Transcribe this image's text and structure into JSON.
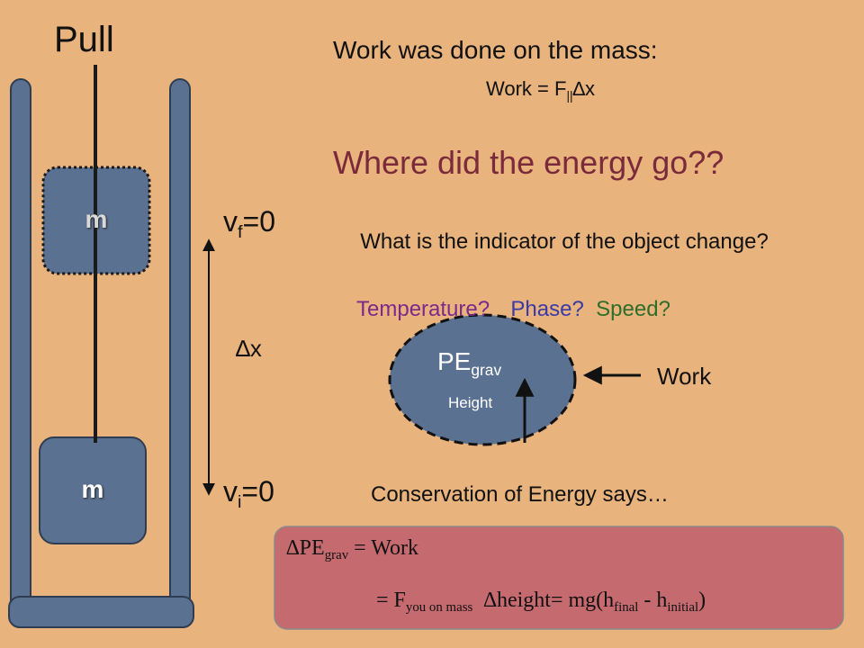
{
  "left": {
    "pull_label": "Pull",
    "mass_top": "m",
    "mass_bottom": "m",
    "vf": {
      "v": "v",
      "sub": "f",
      "rest": "=0"
    },
    "vi": {
      "v": "v",
      "sub": "i",
      "rest": "=0"
    },
    "delta_x": "∆x"
  },
  "right": {
    "work_done": "Work was done on the mass:",
    "formula": {
      "a": "Work = F",
      "sub": "||",
      "b": "∆x"
    },
    "question": "Where did the energy go??",
    "indicator_q": "What is the indicator of the object change?",
    "options": [
      "Temperature?",
      "Phase?",
      "Speed?"
    ],
    "pe": {
      "main": "PE",
      "sub": "grav"
    },
    "height": "Height",
    "work_arrow": "Work",
    "conservation": "Conservation of Energy says…"
  },
  "box": {
    "line1": {
      "a": "∆PE",
      "sub": "grav",
      "b": " = Work"
    },
    "line2": {
      "a": "= F",
      "sub1": "you on mass",
      "b": "  ∆height= mg(h",
      "sub2": "final",
      "c": " - h",
      "sub3": "initial",
      "d": ")"
    }
  },
  "colors": {
    "background": "#e8b37c",
    "tube": "#5b7191",
    "question": "#7a2a3a",
    "temperature": "#7a2a8a",
    "phase": "#3a3aa8",
    "speed": "#2f6e2a",
    "box_fill": "#c56a6f"
  }
}
